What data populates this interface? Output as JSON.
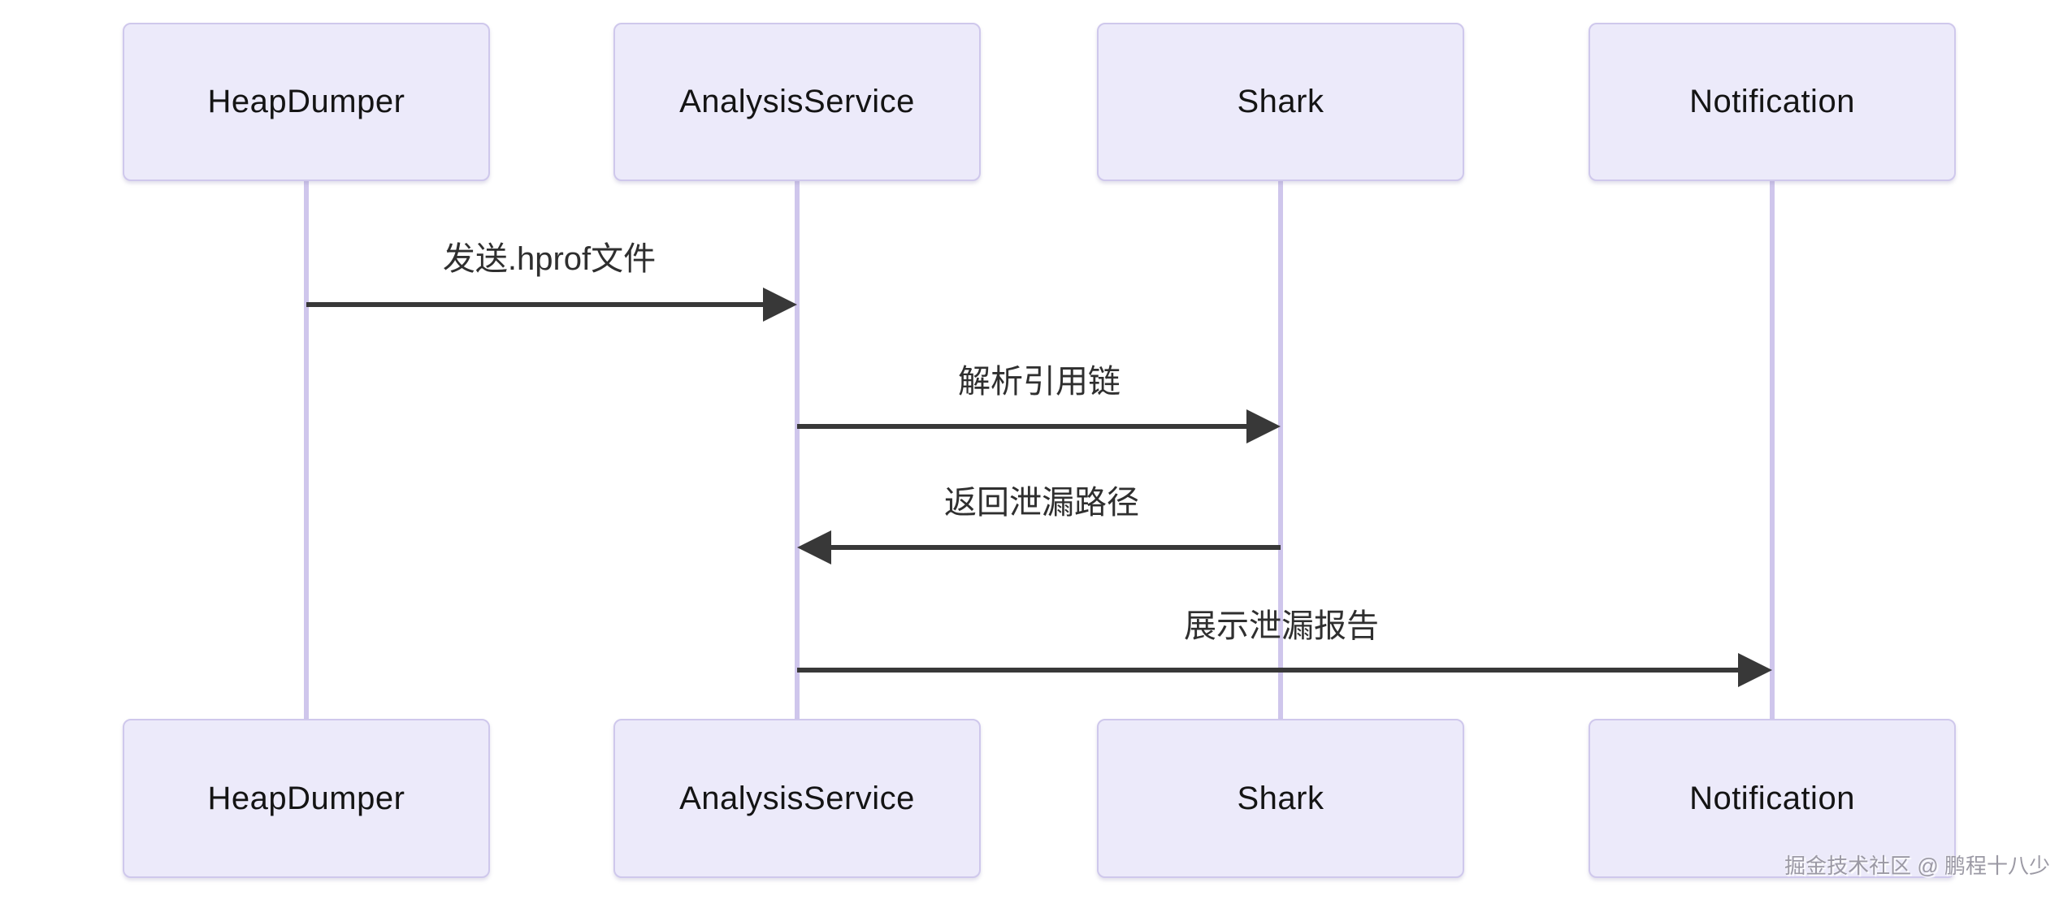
{
  "diagram": {
    "kind": "sequence-diagram",
    "participants": [
      {
        "name": "HeapDumper"
      },
      {
        "name": "AnalysisService"
      },
      {
        "name": "Shark"
      },
      {
        "name": "Notification"
      }
    ],
    "messages": [
      {
        "from": "HeapDumper",
        "to": "AnalysisService",
        "label": "发送.hprof文件",
        "arrow": "solid-right"
      },
      {
        "from": "AnalysisService",
        "to": "Shark",
        "label": "解析引用链",
        "arrow": "solid-right"
      },
      {
        "from": "Shark",
        "to": "AnalysisService",
        "label": "返回泄漏路径",
        "arrow": "solid-left"
      },
      {
        "from": "AnalysisService",
        "to": "Notification",
        "label": "展示泄漏报告",
        "arrow": "solid-right"
      }
    ],
    "watermark": "掘金技术社区 @ 鹏程十八少"
  },
  "colors": {
    "background": "#ffffff",
    "actor_fill": "#eceafa",
    "actor_border": "#cfc8ec",
    "lifeline": "#cfc6ec",
    "arrow": "#383838",
    "text": "#2f2f2f",
    "watermark": "#9b99a4"
  }
}
